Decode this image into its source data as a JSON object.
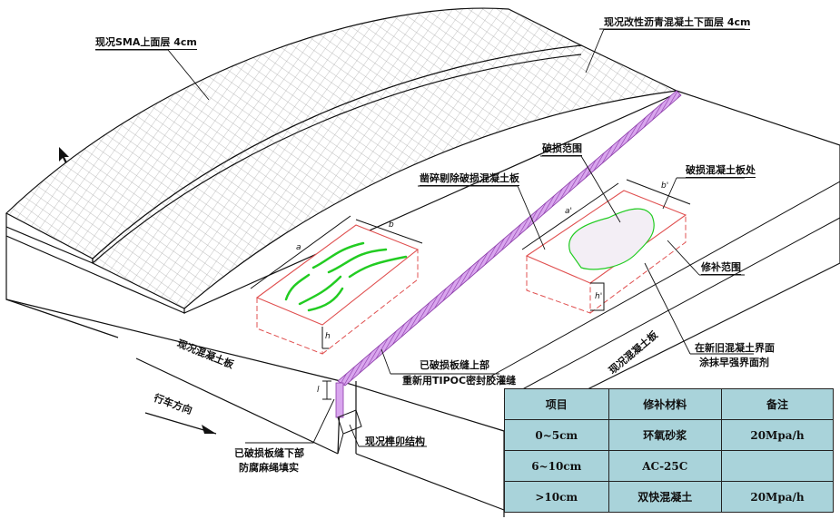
{
  "labels": {
    "sma_layer": "现况SMA上面层 4cm",
    "asphalt_lower_layer": "现况改性沥青混凝土下面层 4cm",
    "chisel_remove": "凿碎剔除破损混凝土板",
    "damage_range": "破损范围",
    "damaged_slab": "破损混凝土板处",
    "repair_range": "修补范围",
    "interface_line1": "在新旧混凝土界面",
    "interface_line2": "涂抹早强界面剂",
    "existing_slab_left": "现况混凝土板",
    "existing_slab_right": "现况混凝土板",
    "joint_upper_line1": "已破损板缝上部",
    "joint_upper_line2": "重新用TIPOC密封胶灌缝",
    "joint_lower_line1": "已破损板缝下部",
    "joint_lower_line2": "防腐麻绳填实",
    "tenon_structure": "现况榫卯结构",
    "driving_direction": "行车方向"
  },
  "dimensions": {
    "a": "a",
    "b": "b",
    "h": "h",
    "a2": "a'",
    "b2": "b'",
    "h2": "h'",
    "l": "l"
  },
  "table": {
    "headers": [
      "项目",
      "修补材料",
      "备注"
    ],
    "rows": [
      [
        "0~5cm",
        "环氧砂浆",
        "20Mpa/h"
      ],
      [
        "6~10cm",
        "AC-25C",
        ""
      ],
      [
        ">10cm",
        "双快混凝土",
        "20Mpa/h"
      ]
    ]
  },
  "colors": {
    "table_bg": "#a9d3da",
    "joint": "#b060d0",
    "crack": "#22cc22",
    "repair_outline": "#e05050"
  }
}
